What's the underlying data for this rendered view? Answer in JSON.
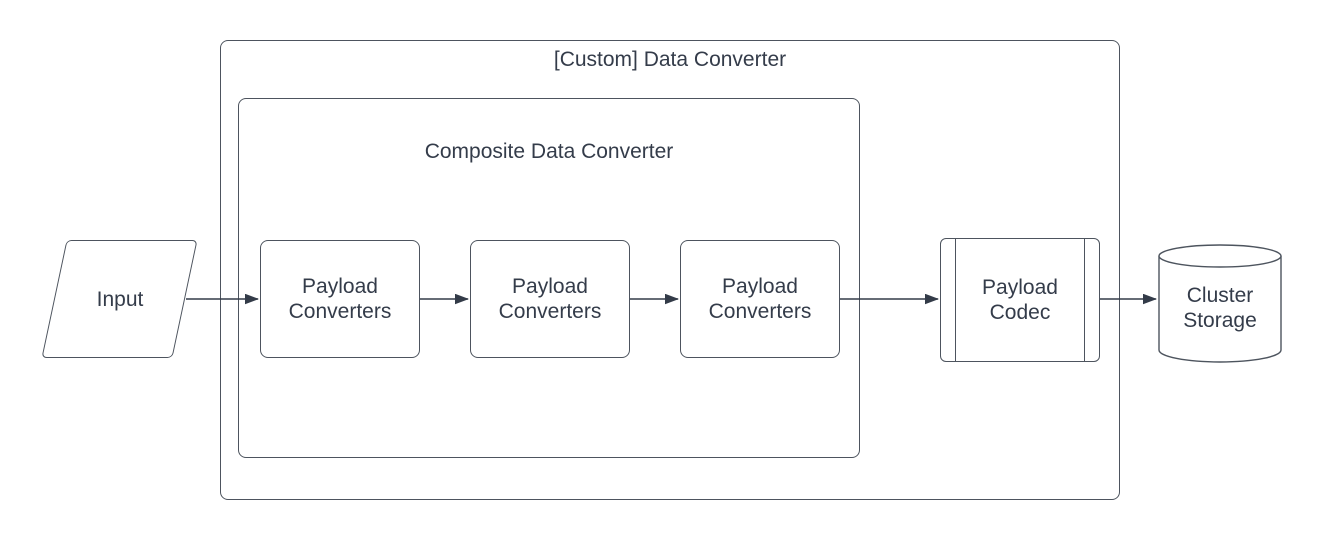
{
  "colors": {
    "background": "#ffffff",
    "shape_fill": "#ffffff",
    "stroke": "#4d545e",
    "arrow": "#333b48",
    "text": "#343c4a"
  },
  "outer_container": {
    "title": "[Custom] Data Converter"
  },
  "inner_container": {
    "title": "Composite Data Converter"
  },
  "nodes": {
    "input": {
      "label": "Input",
      "shape": "parallelogram"
    },
    "converter1": {
      "label": "Payload\nConverters",
      "shape": "rounded-rectangle"
    },
    "converter2": {
      "label": "Payload\nConverters",
      "shape": "rounded-rectangle"
    },
    "converter3": {
      "label": "Payload\nConverters",
      "shape": "rounded-rectangle"
    },
    "codec": {
      "label": "Payload\nCodec",
      "shape": "predefined-process"
    },
    "storage": {
      "label": "Cluster\nStorage",
      "shape": "cylinder"
    }
  },
  "edges": [
    {
      "from": "input",
      "to": "converter1"
    },
    {
      "from": "converter1",
      "to": "converter2"
    },
    {
      "from": "converter2",
      "to": "converter3"
    },
    {
      "from": "converter3",
      "to": "codec"
    },
    {
      "from": "codec",
      "to": "storage"
    }
  ]
}
